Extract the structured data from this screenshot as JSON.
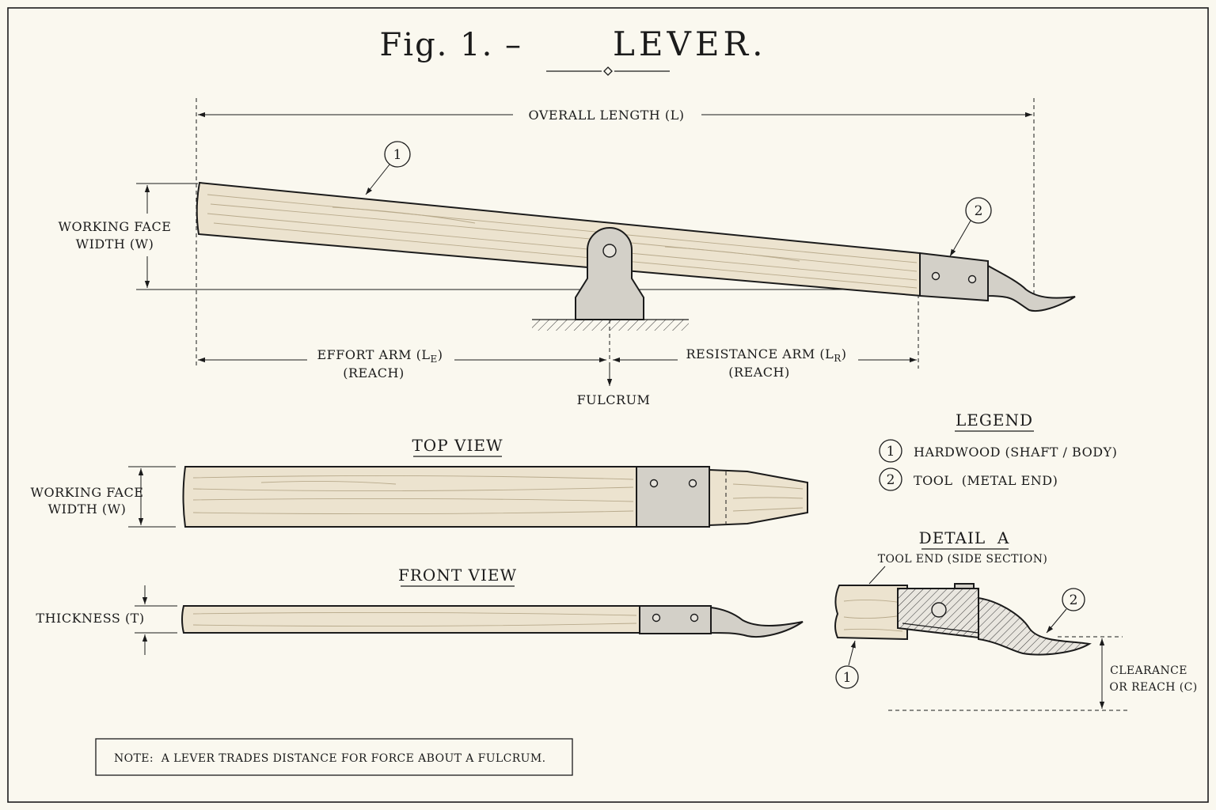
{
  "title": {
    "prefix": "Fig. 1. –",
    "main": "LEVER."
  },
  "side_view": {
    "overall_length": "OVERALL LENGTH (L)",
    "working_face_width": [
      "WORKING FACE",
      "WIDTH (W)"
    ],
    "effort_arm": {
      "line1": "EFFORT ARM (L",
      "sub": "E",
      "close": ")",
      "line2": "(REACH)"
    },
    "resistance_arm": {
      "line1": "RESISTANCE ARM (L",
      "sub": "R",
      "close": ")",
      "line2": "(REACH)"
    },
    "fulcrum": "FULCRUM",
    "callout_1": "1",
    "callout_2": "2"
  },
  "top_view": {
    "heading": "TOP VIEW",
    "working_face_width": [
      "WORKING FACE",
      "WIDTH (W)"
    ]
  },
  "front_view": {
    "heading": "FRONT VIEW",
    "thickness": "THICKNESS (T)"
  },
  "legend": {
    "heading": "LEGEND",
    "items": [
      {
        "num": "1",
        "label": "HARDWOOD (SHAFT / BODY)"
      },
      {
        "num": "2",
        "label": "TOOL  (METAL END)"
      }
    ]
  },
  "detail_a": {
    "heading": "DETAIL  A",
    "subheading": "TOOL END (SIDE SECTION)",
    "clearance": [
      "CLEARANCE",
      "OR REACH (C)"
    ],
    "callout_1": "1",
    "callout_2": "2"
  },
  "note": "NOTE:  A LEVER TRADES DISTANCE FOR FORCE ABOUT A FULCRUM."
}
